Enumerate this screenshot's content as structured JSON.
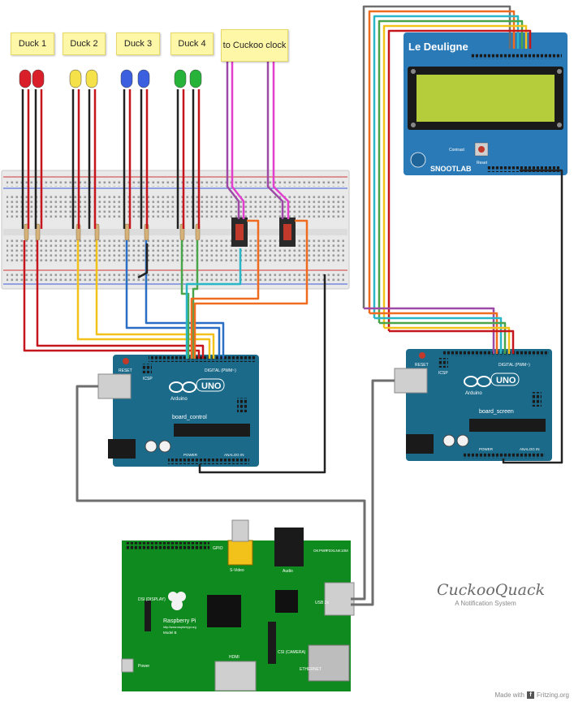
{
  "notes": {
    "duck1": "Duck 1",
    "duck2": "Duck 2",
    "duck3": "Duck 3",
    "duck4": "Duck 4",
    "cuckoo": "to Cuckoo clock"
  },
  "lcd_shield": {
    "brand": "Le Deuligne",
    "maker": "SNOOTLAB",
    "contrast_label": "Contrast",
    "reset_label": "Reset"
  },
  "arduino_control": {
    "model": "UNO",
    "name": "board_control",
    "logo_text": "Arduino",
    "reset_label": "RESET",
    "icsp_label": "ICSP",
    "digital_label": "DIGITAL (PWM~)",
    "power_label": "POWER",
    "analog_label": "ANALOG IN"
  },
  "arduino_screen": {
    "model": "UNO",
    "name": "board_screen",
    "logo_text": "Arduino",
    "reset_label": "RESET",
    "icsp_label": "ICSP",
    "digital_label": "DIGITAL (PWM~)",
    "power_label": "POWER",
    "analog_label": "ANALOG IN"
  },
  "raspberry_pi": {
    "name": "Raspberry Pi",
    "url": "http://www.raspberrypi.org",
    "model": "Model B",
    "svideo_label": "S-Video",
    "audio_label": "Audio",
    "usb_label": "USB 2x",
    "hdmi_label": "HDMI",
    "ethernet_label": "ETHERNET",
    "dsi_label": "DSI (DISPLAY)",
    "csi_label": "CSI (CAMERA)",
    "power_label": "Power",
    "gpio_label": "GPIO",
    "status_leds": [
      "OK",
      "PWR",
      "FDX",
      "LNK",
      "10M"
    ]
  },
  "branding": {
    "logo": "CuckooQuack",
    "tagline": "A Notification System",
    "made_with": "Made with",
    "fritzing": "Fritzing.org"
  },
  "colors": {
    "wire_red": "#c4161c",
    "wire_yellow": "#f2c21b",
    "wire_blue": "#2a6fc4",
    "wire_cyan": "#29b7c8",
    "wire_green": "#4aa54a",
    "wire_orange": "#ef6b1f",
    "wire_purple": "#9c4aa6",
    "wire_magenta": "#e23fcf",
    "wire_black": "#222222",
    "wire_gray": "#6e6e6e",
    "arduino_blue": "#1b6a8a",
    "pi_green": "#0f8a1e",
    "lcd_green": "#b5cc3b",
    "note_yellow": "#fff7a8"
  }
}
